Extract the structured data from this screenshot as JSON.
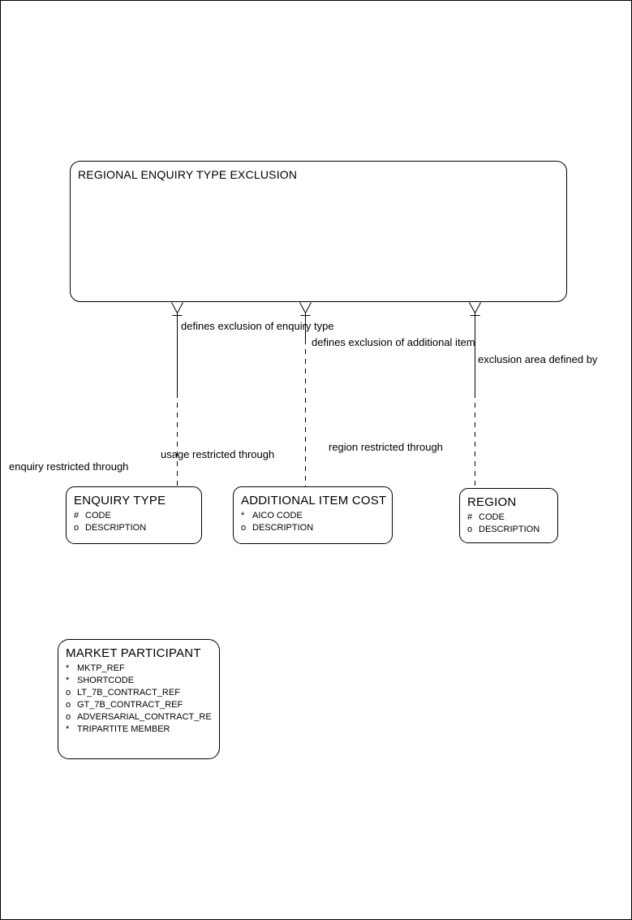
{
  "colors": {
    "ink": "#000000",
    "paper": "#ffffff"
  },
  "root_entity": {
    "title": "REGIONAL ENQUIRY TYPE EXCLUSION"
  },
  "entities": {
    "enquiry_type": {
      "title": "ENQUIRY TYPE",
      "attributes": [
        {
          "prefix": "#",
          "name": "CODE"
        },
        {
          "prefix": "o",
          "name": "DESCRIPTION"
        }
      ]
    },
    "additional_item_cost": {
      "title": "ADDITIONAL ITEM COST",
      "attributes": [
        {
          "prefix": "*",
          "name": "AICO CODE"
        },
        {
          "prefix": "o",
          "name": "DESCRIPTION"
        }
      ]
    },
    "region": {
      "title": "REGION",
      "attributes": [
        {
          "prefix": "#",
          "name": "CODE"
        },
        {
          "prefix": "o",
          "name": "DESCRIPTION"
        }
      ]
    },
    "market_participant": {
      "title": "MARKET PARTICIPANT",
      "attributes": [
        {
          "prefix": "*",
          "name": "MKTP_REF"
        },
        {
          "prefix": "*",
          "name": "SHORTCODE"
        },
        {
          "prefix": "o",
          "name": "LT_7B_CONTRACT_REF"
        },
        {
          "prefix": "o",
          "name": "GT_7B_CONTRACT_REF"
        },
        {
          "prefix": "o",
          "name": "ADVERSARIAL_CONTRACT_RE"
        },
        {
          "prefix": "*",
          "name": "TRIPARTITE MEMBER"
        }
      ]
    }
  },
  "relationships": {
    "enquiry": {
      "parent_label": "defines exclusion of enquiry type",
      "child_label": "enquiry restricted through"
    },
    "additional_item": {
      "parent_label": "defines exclusion of additional item",
      "child_label": "usage restricted through"
    },
    "region": {
      "parent_label": "exclusion area defined by",
      "child_label": "region restricted through"
    }
  }
}
